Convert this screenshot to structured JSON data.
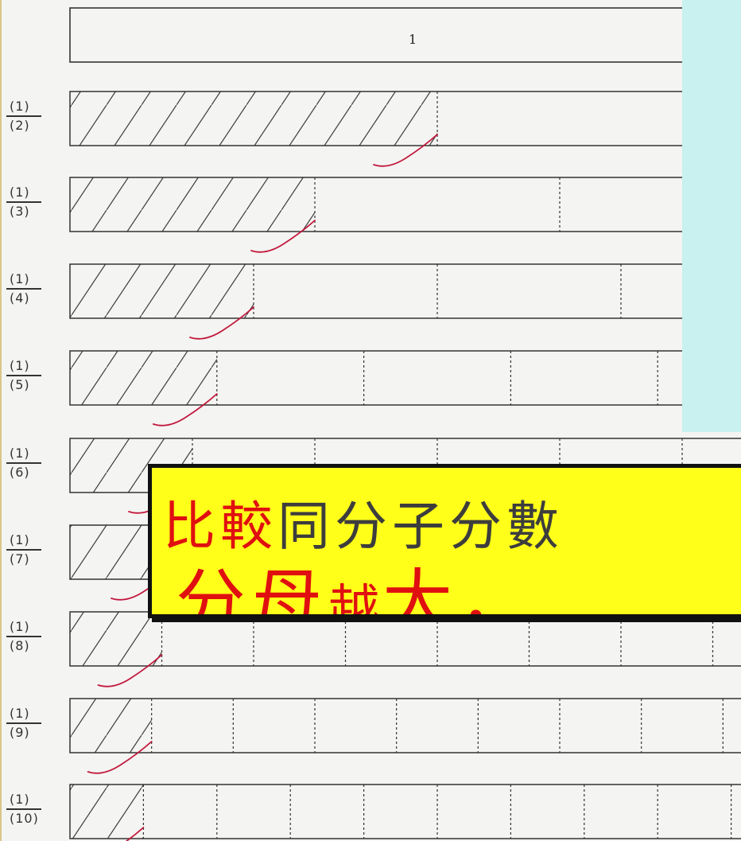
{
  "worksheet": {
    "whole_label": "1",
    "rows": [
      {
        "numerator": "(1)",
        "denominator": "(2)",
        "parts": 2
      },
      {
        "numerator": "(1)",
        "denominator": "(3)",
        "parts": 3
      },
      {
        "numerator": "(1)",
        "denominator": "(4)",
        "parts": 4
      },
      {
        "numerator": "(1)",
        "denominator": "(5)",
        "parts": 5
      },
      {
        "numerator": "(1)",
        "denominator": "(6)",
        "parts": 6
      },
      {
        "numerator": "(1)",
        "denominator": "(7)",
        "parts": 7
      },
      {
        "numerator": "(1)",
        "denominator": "(8)",
        "parts": 8
      },
      {
        "numerator": "(1)",
        "denominator": "(9)",
        "parts": 9
      },
      {
        "numerator": "(1)",
        "denominator": "(10)",
        "parts": 10
      }
    ],
    "shaded_parts_per_row": 1,
    "checkmark_color": "#c2183c"
  },
  "callout": {
    "line1_red": "比較",
    "line1_dark": "同分子分",
    "line1_cut": "數",
    "line2_big1": "分母",
    "line2_small": "越",
    "line2_big2": "大",
    "line2_comma": "，",
    "text_red": "#e01010",
    "text_dark": "#3d3d3d",
    "background": "#ffff1a"
  },
  "colors": {
    "panel": "#c8f1ef",
    "paper": "#f4f4f2"
  }
}
